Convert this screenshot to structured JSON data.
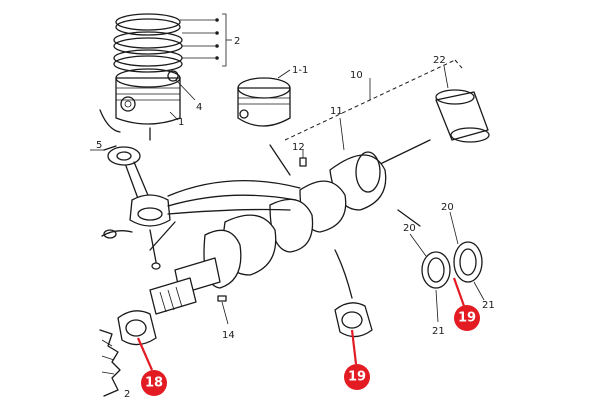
{
  "labels": {
    "piston_rings": "2",
    "piston_assy": "1",
    "piston": "1-1",
    "snap_ring": "4",
    "crankshaft_assy": "10",
    "crankshaft": "11",
    "plug": "12",
    "key": "14",
    "thrust_washer_a": "20",
    "thrust_washer_b": "20",
    "thrust_washer_c": "21",
    "thrust_washer_d": "21",
    "bushing": "22",
    "partial_left": "5",
    "partial_bottom": "2"
  },
  "callouts": [
    {
      "number": "18",
      "color": "#e31b23"
    },
    {
      "number": "19",
      "color": "#e31b23"
    },
    {
      "number": "19",
      "color": "#e31b23"
    }
  ]
}
